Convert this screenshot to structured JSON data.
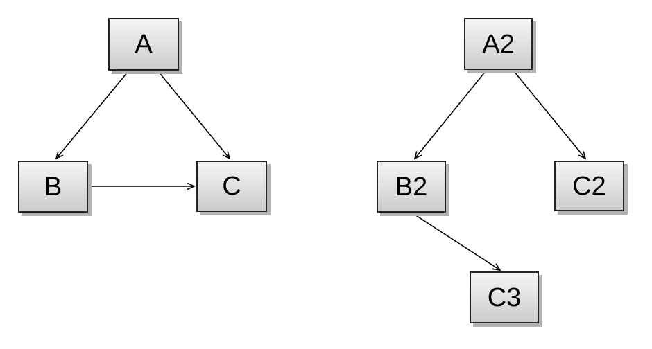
{
  "diagram": {
    "background_color": "#ffffff",
    "node_style": {
      "fill_top": "#f4f4f4",
      "fill_bottom": "#cccccc",
      "border_color": "#232323",
      "shadow_color": "#b3b3b3",
      "text_color": "#000000"
    },
    "edge_style": {
      "line_color": "#000000",
      "arrowhead": "open-v"
    }
  },
  "graphs": [
    {
      "name": "left-graph",
      "nodes": [
        {
          "id": "A",
          "label": "A"
        },
        {
          "id": "B",
          "label": "B"
        },
        {
          "id": "C",
          "label": "C"
        }
      ],
      "edges": [
        {
          "from": "A",
          "to": "B"
        },
        {
          "from": "A",
          "to": "C"
        },
        {
          "from": "B",
          "to": "C"
        }
      ]
    },
    {
      "name": "right-graph",
      "nodes": [
        {
          "id": "A2",
          "label": "A2"
        },
        {
          "id": "B2",
          "label": "B2"
        },
        {
          "id": "C2",
          "label": "C2"
        },
        {
          "id": "C3",
          "label": "C3"
        }
      ],
      "edges": [
        {
          "from": "A2",
          "to": "B2"
        },
        {
          "from": "A2",
          "to": "C2"
        },
        {
          "from": "B2",
          "to": "C3"
        }
      ]
    }
  ]
}
